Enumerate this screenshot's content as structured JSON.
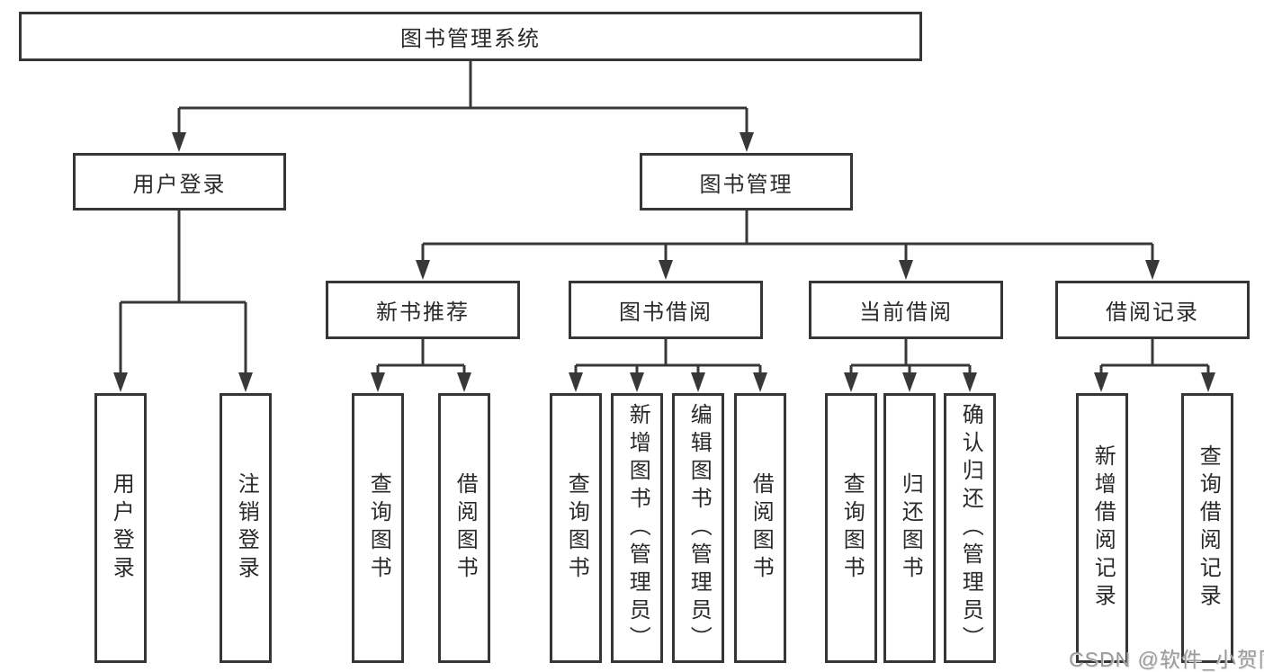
{
  "diagram": {
    "kind": "hierarchy-tree",
    "background": "#ffffff",
    "colors": {
      "line": "#383838",
      "box_border": "#363636",
      "text": "#2a2a2a",
      "watermark": "#9b9b9b"
    }
  },
  "tree": {
    "root": {
      "label": "图书管理系统",
      "children": [
        {
          "label": "用户登录",
          "children": [
            {
              "label": "用户登录"
            },
            {
              "label": "注销登录"
            }
          ]
        },
        {
          "label": "图书管理",
          "children": [
            {
              "label": "新书推荐",
              "children": [
                {
                  "label": "查询图书"
                },
                {
                  "label": "借阅图书"
                }
              ]
            },
            {
              "label": "图书借阅",
              "children": [
                {
                  "label": "查询图书"
                },
                {
                  "label": "新增图书（管理员）"
                },
                {
                  "label": "编辑图书（管理员）"
                },
                {
                  "label": "借阅图书"
                }
              ]
            },
            {
              "label": "当前借阅",
              "children": [
                {
                  "label": "查询图书"
                },
                {
                  "label": "归还图书"
                },
                {
                  "label": "确认归还（管理员）"
                }
              ]
            },
            {
              "label": "借阅记录",
              "children": [
                {
                  "label": "新增借阅记录"
                },
                {
                  "label": "查询借阅记录"
                }
              ]
            }
          ]
        }
      ]
    }
  },
  "watermark": {
    "text": "CSDN @软件_小贺同学"
  }
}
